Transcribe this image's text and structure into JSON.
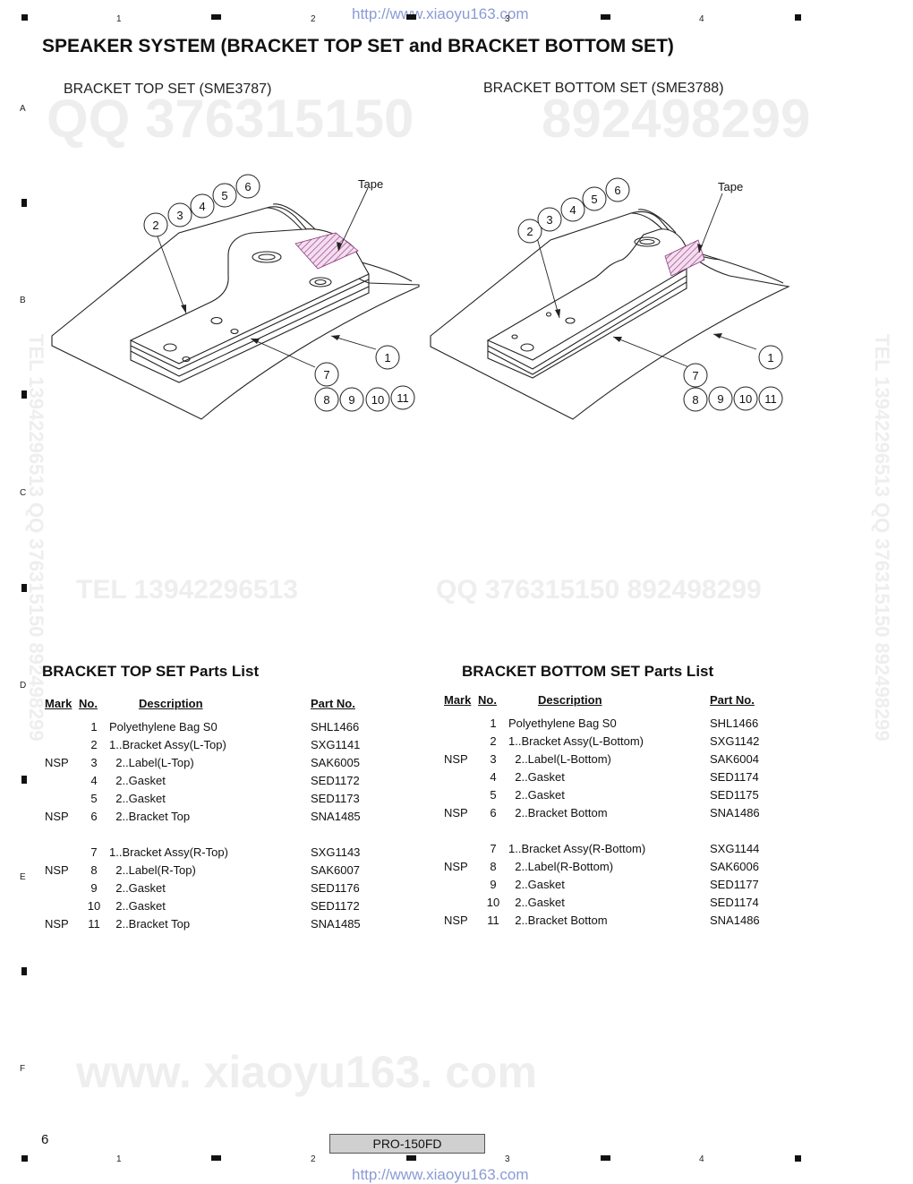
{
  "header": {
    "url": "http://www.xiaoyu163.com"
  },
  "footer": {
    "url": "http://www.xiaoyu163.com",
    "page_number": "6",
    "model": "PRO-150FD"
  },
  "column_ticks": [
    "1",
    "2",
    "3",
    "4"
  ],
  "row_ticks": [
    "A",
    "B",
    "C",
    "D",
    "E",
    "F"
  ],
  "page_title": "SPEAKER SYSTEM (BRACKET TOP SET and BRACKET BOTTOM SET)",
  "top_set": {
    "subtitle": "BRACKET TOP SET (SME3787)",
    "tape_label": "Tape",
    "callouts": [
      "1",
      "2",
      "3",
      "4",
      "5",
      "6",
      "7",
      "8",
      "9",
      "10",
      "11"
    ]
  },
  "bottom_set": {
    "subtitle": "BRACKET BOTTOM SET (SME3788)",
    "tape_label": "Tape",
    "callouts": [
      "1",
      "2",
      "3",
      "4",
      "5",
      "6",
      "7",
      "8",
      "9",
      "10",
      "11"
    ]
  },
  "watermarks": {
    "qq": "QQ 376315150",
    "qq2": "892498299",
    "tel": "TEL 13942296513",
    "qq_mid": "QQ 376315150 892498299",
    "site": "www. xiaoyu163. com",
    "tel_vertical": "TEL 13942296513 QQ 376315150 892498299"
  },
  "top_parts": {
    "heading": "BRACKET TOP SET Parts List",
    "columns": {
      "mark": "Mark",
      "no": "No.",
      "desc": "Description",
      "part": "Part No."
    },
    "rows": [
      {
        "mark": "",
        "no": "1",
        "desc": "Polyethylene Bag S0",
        "part": "SHL1466"
      },
      {
        "mark": "",
        "no": "2",
        "desc": "1..Bracket Assy(L-Top)",
        "part": "SXG1141"
      },
      {
        "mark": "NSP",
        "no": "3",
        "desc": "  2..Label(L-Top)",
        "part": "SAK6005"
      },
      {
        "mark": "",
        "no": "4",
        "desc": "  2..Gasket",
        "part": "SED1172"
      },
      {
        "mark": "",
        "no": "5",
        "desc": "  2..Gasket",
        "part": "SED1173"
      },
      {
        "mark": "NSP",
        "no": "6",
        "desc": "  2..Bracket Top",
        "part": "SNA1485"
      },
      {
        "mark": "",
        "no": "",
        "desc": "",
        "part": ""
      },
      {
        "mark": "",
        "no": "7",
        "desc": "1..Bracket Assy(R-Top)",
        "part": "SXG1143"
      },
      {
        "mark": "NSP",
        "no": "8",
        "desc": "  2..Label(R-Top)",
        "part": "SAK6007"
      },
      {
        "mark": "",
        "no": "9",
        "desc": "  2..Gasket",
        "part": "SED1176"
      },
      {
        "mark": "",
        "no": "10",
        "desc": "  2..Gasket",
        "part": "SED1172"
      },
      {
        "mark": "NSP",
        "no": "11",
        "desc": "  2..Bracket Top",
        "part": "SNA1485"
      }
    ]
  },
  "bottom_parts": {
    "heading": "BRACKET BOTTOM SET Parts List",
    "columns": {
      "mark": "Mark",
      "no": "No.",
      "desc": "Description",
      "part": "Part No."
    },
    "rows": [
      {
        "mark": "",
        "no": "1",
        "desc": "Polyethylene Bag S0",
        "part": "SHL1466"
      },
      {
        "mark": "",
        "no": "2",
        "desc": "1..Bracket Assy(L-Bottom)",
        "part": "SXG1142"
      },
      {
        "mark": "NSP",
        "no": "3",
        "desc": "  2..Label(L-Bottom)",
        "part": "SAK6004"
      },
      {
        "mark": "",
        "no": "4",
        "desc": "  2..Gasket",
        "part": "SED1174"
      },
      {
        "mark": "",
        "no": "5",
        "desc": "  2..Gasket",
        "part": "SED1175"
      },
      {
        "mark": "NSP",
        "no": "6",
        "desc": "  2..Bracket Bottom",
        "part": "SNA1486"
      },
      {
        "mark": "",
        "no": "",
        "desc": "",
        "part": ""
      },
      {
        "mark": "",
        "no": "7",
        "desc": "1..Bracket Assy(R-Bottom)",
        "part": "SXG1144"
      },
      {
        "mark": "NSP",
        "no": "8",
        "desc": "  2..Label(R-Bottom)",
        "part": "SAK6006"
      },
      {
        "mark": "",
        "no": "9",
        "desc": "  2..Gasket",
        "part": "SED1177"
      },
      {
        "mark": "",
        "no": "10",
        "desc": "  2..Gasket",
        "part": "SED1174"
      },
      {
        "mark": "NSP",
        "no": "11",
        "desc": "  2..Bracket Bottom",
        "part": "SNA1486"
      }
    ]
  }
}
